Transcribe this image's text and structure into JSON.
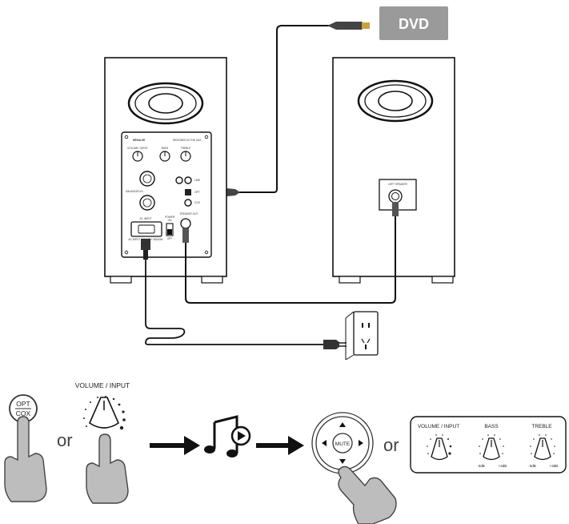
{
  "source": {
    "label": "DVD"
  },
  "speaker_panel": {
    "brand": "MPAULSE",
    "model_text": "DESIGNED IN THE USA",
    "knob_labels": [
      "VOLUME / INPUT",
      "BASS",
      "TREBLE"
    ],
    "balanced_in": "BALANCED IN",
    "input_labels": [
      "LINE",
      "OPT",
      "COX"
    ],
    "power_label": "POWER",
    "power_on": "ON",
    "power_off": "OFF",
    "ac_input": "AC INPUT",
    "speaker_out": "SPEAKER OUT",
    "fuse_text": "AC INPUT 100-240V~50/60Hz"
  },
  "passive_panel": {
    "label": "LEFT SPEAKER"
  },
  "steps": {
    "source_button": {
      "top": "OPT",
      "bottom": "COX"
    },
    "knob_label": "VOLUME / INPUT",
    "or_text": "or",
    "remote_center": "MUTE",
    "panel": {
      "labels": [
        "VOLUME / INPUT",
        "BASS",
        "TREBLE"
      ],
      "ranges": [
        "-3dB",
        "+3dB"
      ]
    }
  }
}
